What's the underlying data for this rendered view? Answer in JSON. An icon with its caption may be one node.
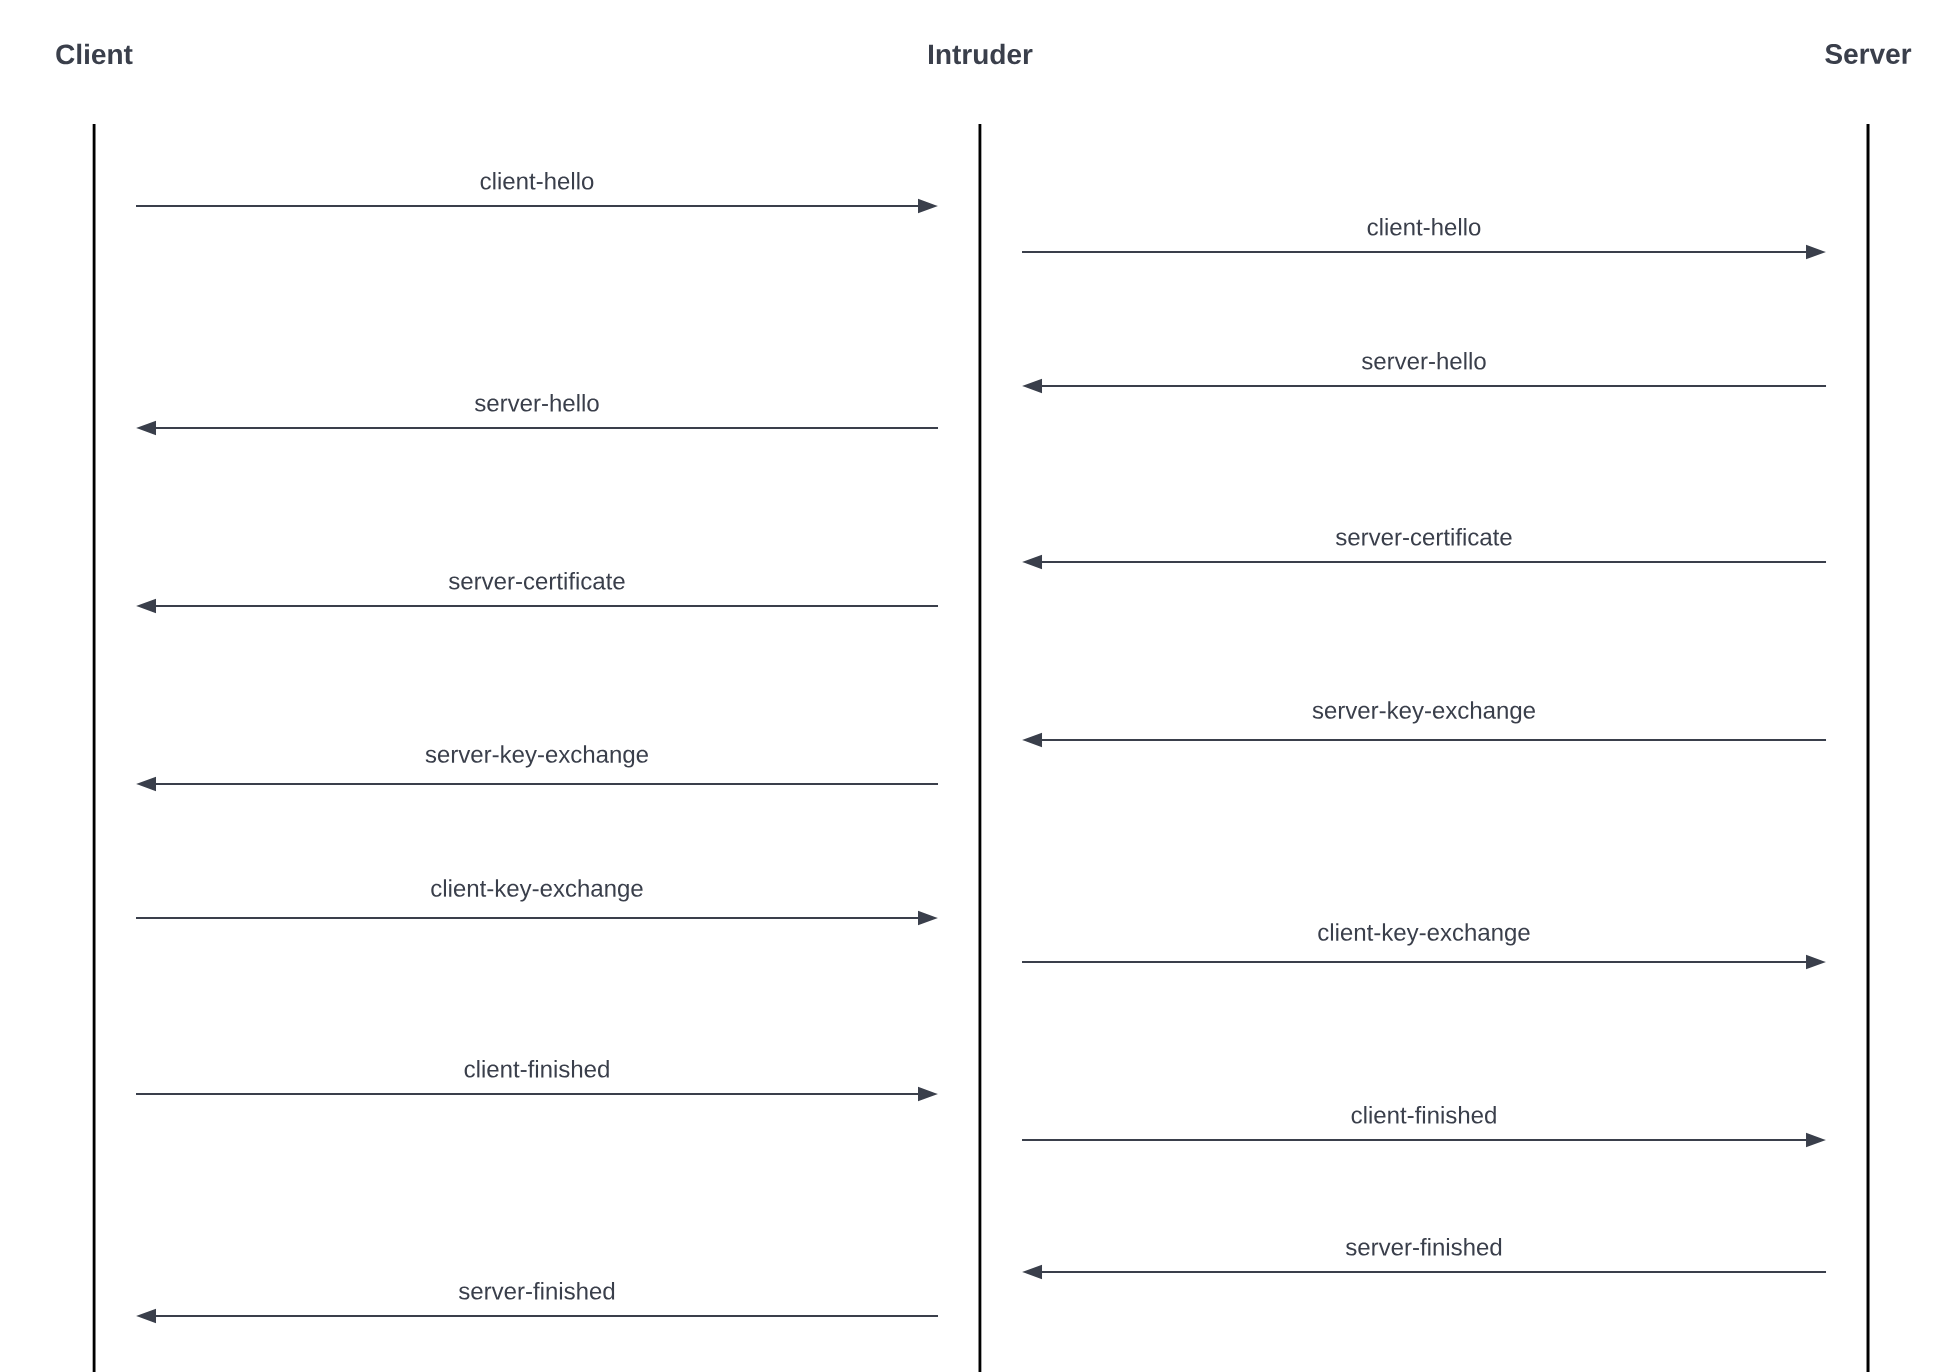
{
  "diagram": {
    "nodes": [
      {
        "text": [
          "Client"
        ]
      },
      {
        "text": [
          "Intruder"
        ]
      },
      {
        "text": [
          "Server"
        ]
      }
    ],
    "edges": [
      {
        "from": 0,
        "to": 1,
        "arrow": "to",
        "label": "client-hello"
      },
      {
        "from": 1,
        "to": 2,
        "arrow": "to",
        "label": "client-hello"
      },
      {
        "from": 2,
        "to": 1,
        "arrow": "to",
        "label": "server-hello"
      },
      {
        "from": 1,
        "to": 0,
        "arrow": "to",
        "label": "server-hello"
      },
      {
        "from": 2,
        "to": 1,
        "arrow": "to",
        "label": "server-certificate"
      },
      {
        "from": 1,
        "to": 0,
        "arrow": "to",
        "label": "server-certificate"
      },
      {
        "from": 2,
        "to": 1,
        "arrow": "to",
        "label": "server-key-exchange"
      },
      {
        "from": 1,
        "to": 0,
        "arrow": "to",
        "label": "server-key-exchange"
      },
      {
        "from": 0,
        "to": 1,
        "arrow": "to",
        "label": "client-key-exchange"
      },
      {
        "from": 1,
        "to": 2,
        "arrow": "to",
        "label": "client-key-exchange"
      },
      {
        "from": 0,
        "to": 1,
        "arrow": "to",
        "label": "client-finished"
      },
      {
        "from": 1,
        "to": 2,
        "arrow": "to",
        "label": "client-finished"
      },
      {
        "from": 2,
        "to": 1,
        "arrow": "to",
        "label": "server-finished"
      },
      {
        "from": 1,
        "to": 0,
        "arrow": "to",
        "label": "server-finished"
      }
    ]
  }
}
